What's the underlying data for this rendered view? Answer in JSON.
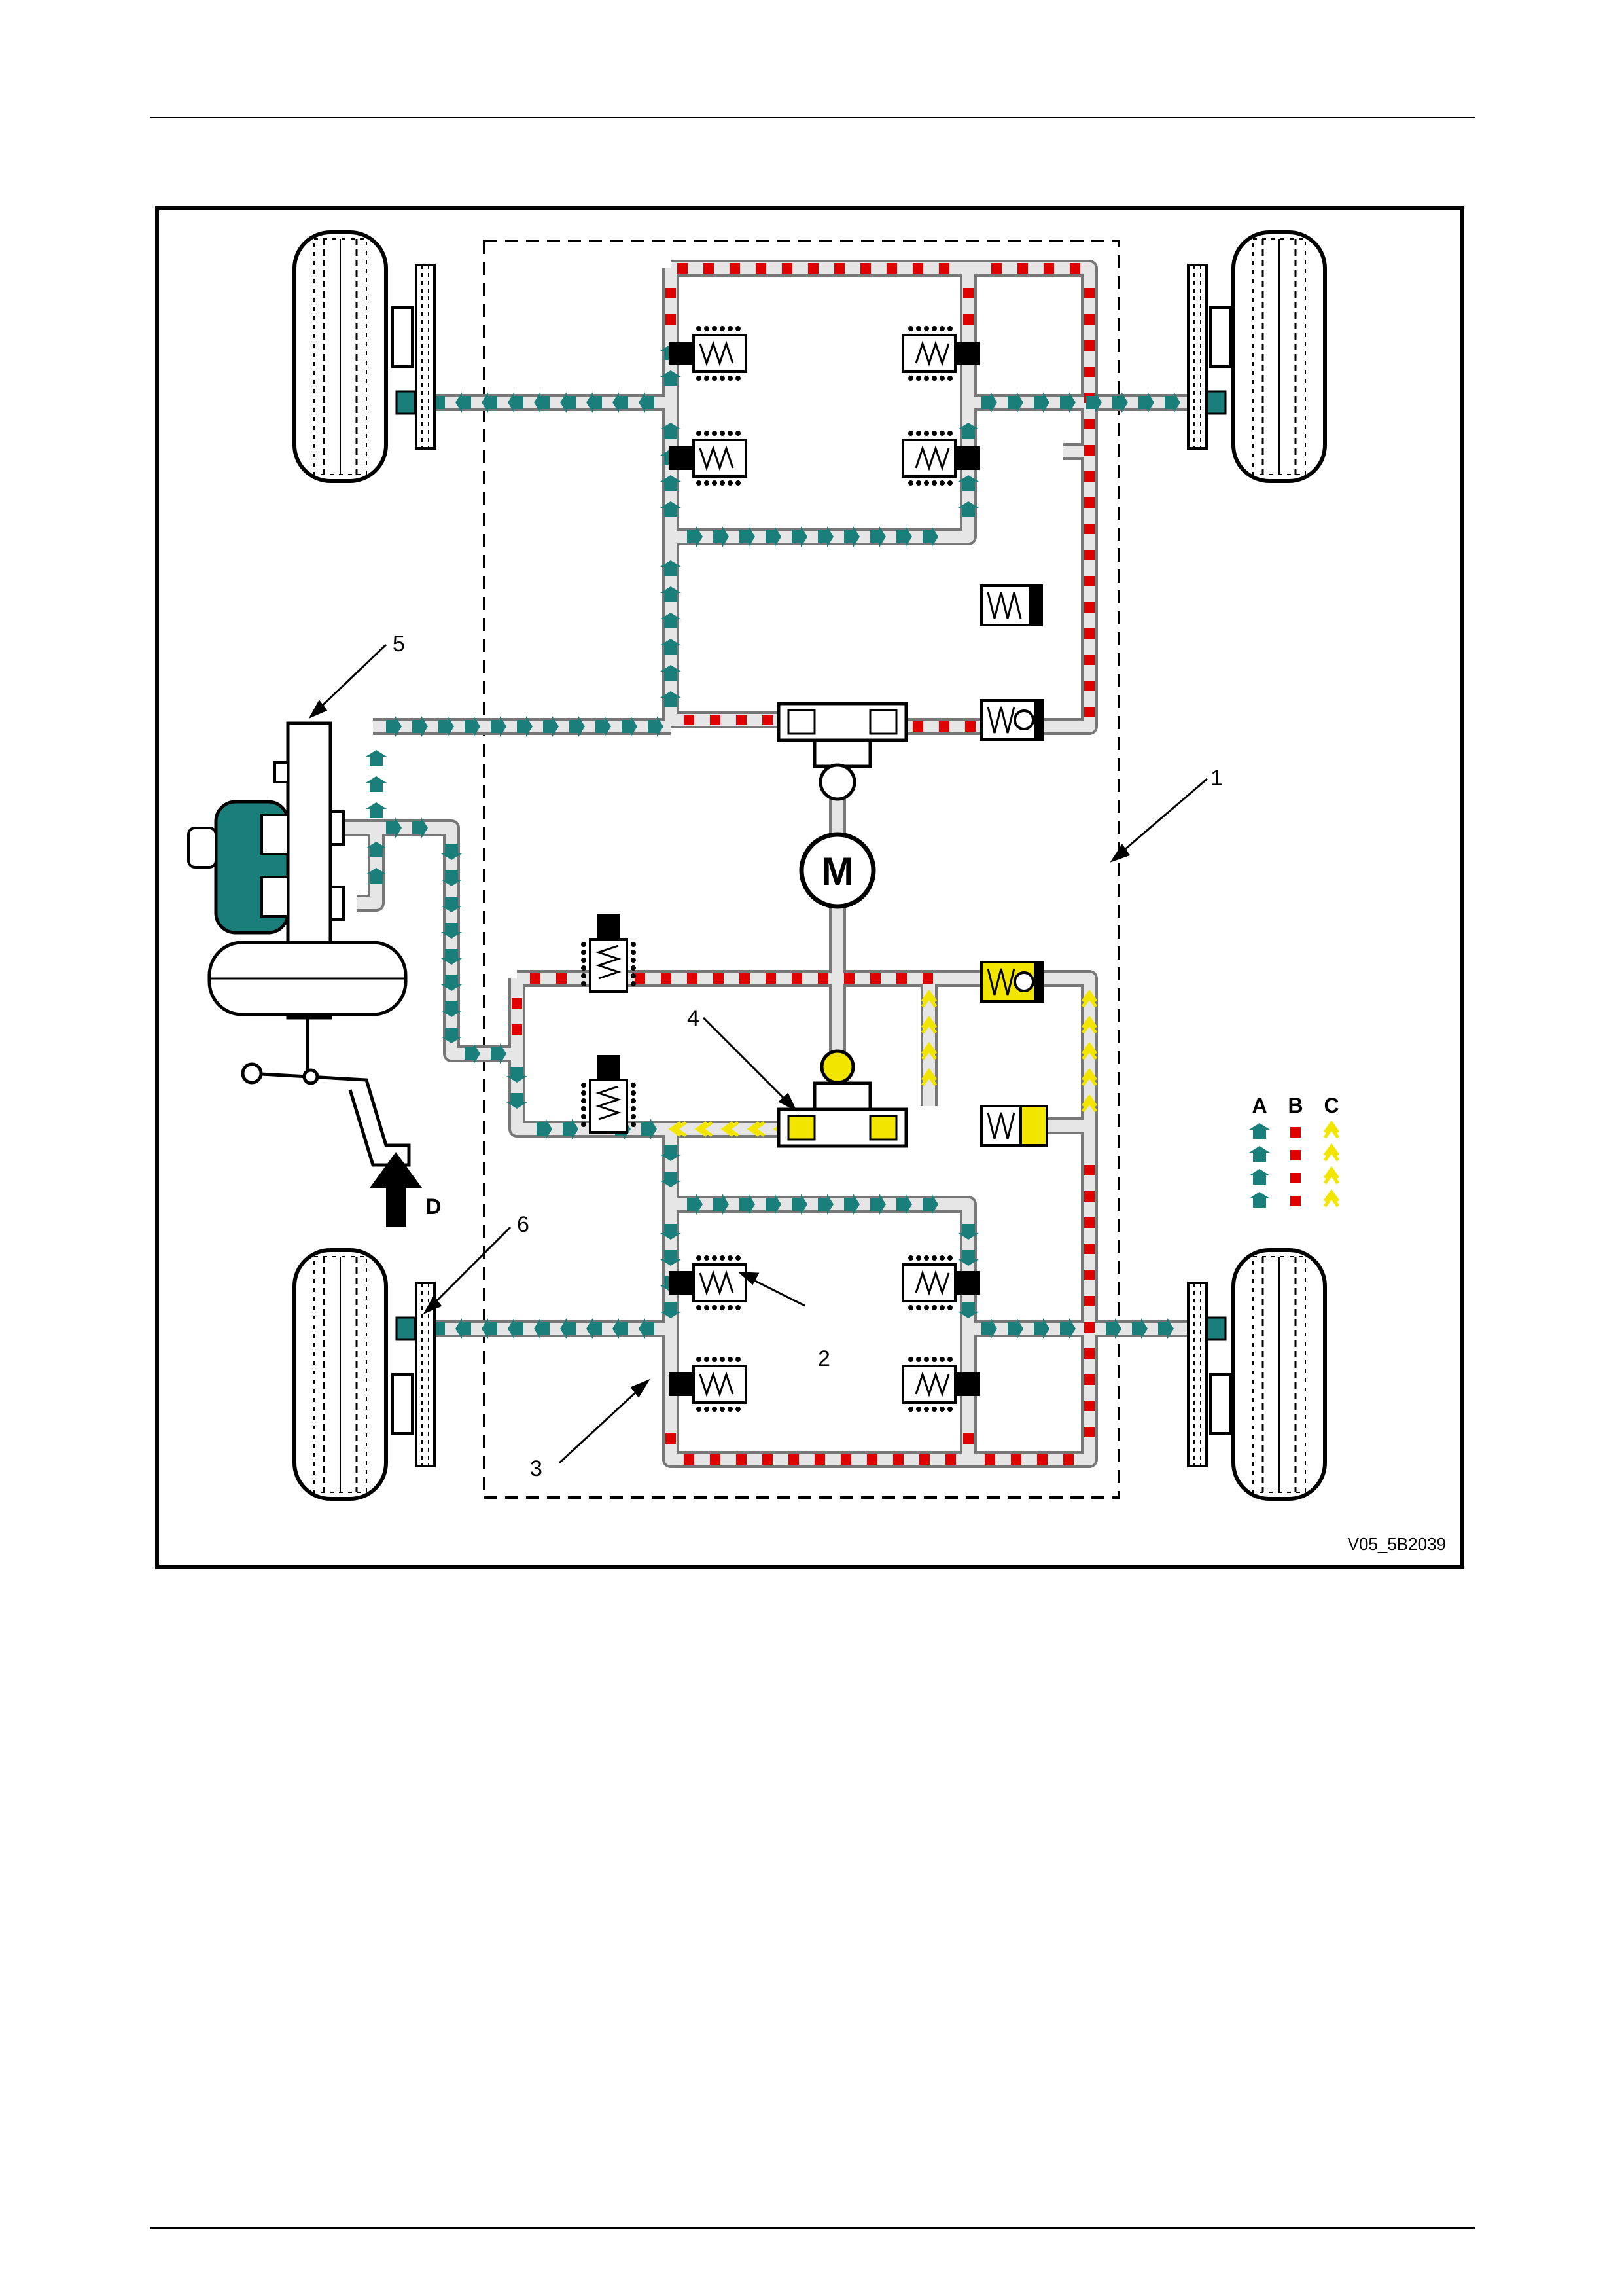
{
  "labels": {
    "l1": "1",
    "l2": "2",
    "l3": "3",
    "l4": "4",
    "l5": "5",
    "l6": "6",
    "motor": "M",
    "pedal_force": "D"
  },
  "legend": {
    "a": "A",
    "b": "B",
    "c": "C"
  },
  "figure_code": "V05_5B2039",
  "colors": {
    "feed_flow": "#1a7f7a",
    "return_flow": "#e00000",
    "pressure_flow": "#f2e600",
    "pipe_fill": "#e6e6e6",
    "pipe_outline": "#777777"
  }
}
